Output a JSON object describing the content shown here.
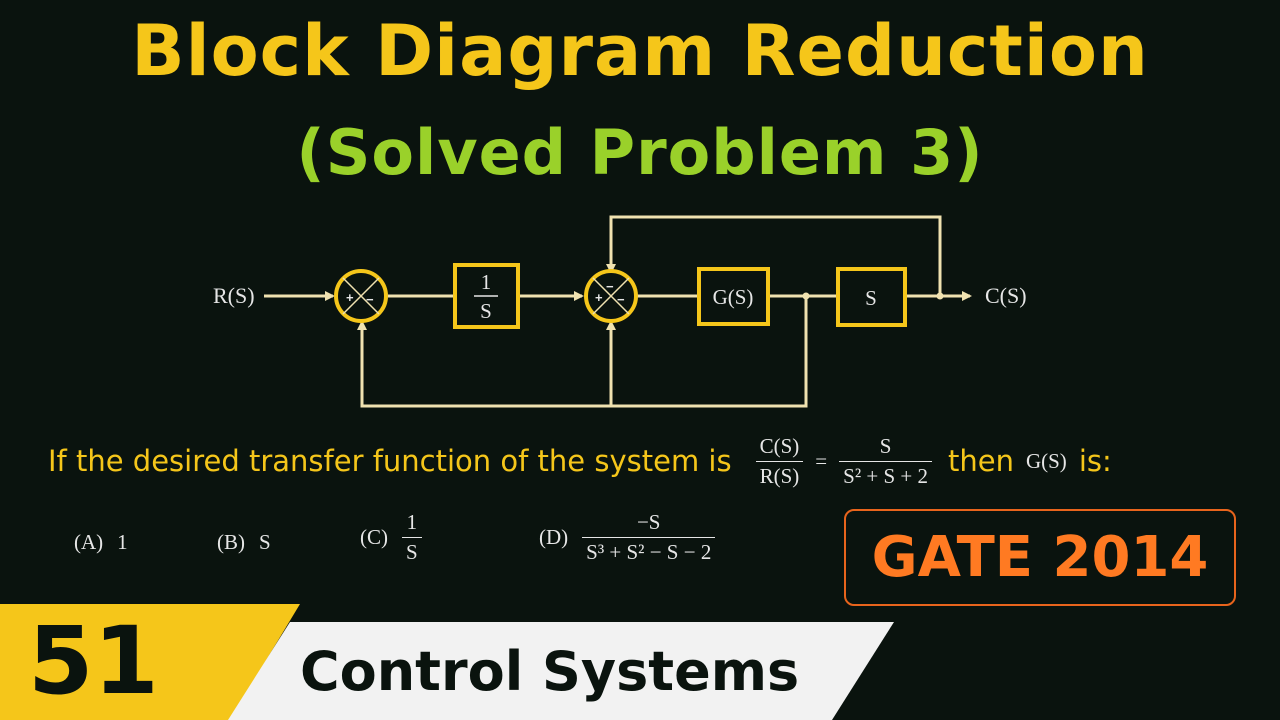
{
  "title": {
    "line1": "Block Diagram Reduction",
    "line2": "(Solved Problem 3)"
  },
  "diagram": {
    "input_label": "R(S)",
    "output_label": "C(S)",
    "integrator_num": "1",
    "integrator_den": "S",
    "block_g": "G(S)",
    "block_s": "S",
    "sum1_signs": [
      "+",
      "−"
    ],
    "sum2_signs": [
      "+",
      "−",
      "−"
    ],
    "line_color": "#f0e2b0",
    "block_color": "#f5c61a"
  },
  "question": {
    "prefix": "If the desired transfer function of the system is",
    "lhs_num": "C(S)",
    "lhs_den": "R(S)",
    "equals": "=",
    "rhs_num": "S",
    "rhs_den": "S² + S + 2",
    "mid": "then",
    "g_label": "G(S)",
    "suffix": "is:"
  },
  "options": {
    "a_label": "(A)",
    "a_value": "1",
    "b_label": "(B)",
    "b_value": "S",
    "c_label": "(C)",
    "c_num": "1",
    "c_den": "S",
    "d_label": "(D)",
    "d_num": "−S",
    "d_den": "S³ + S² − S − 2"
  },
  "gate": "GATE 2014",
  "footer": {
    "number": "51",
    "series": "Control Systems"
  },
  "colors": {
    "title": "#f5c61a",
    "subtitle": "#9ad12a",
    "gate": "#ff7a22",
    "background": "#0a130e"
  }
}
